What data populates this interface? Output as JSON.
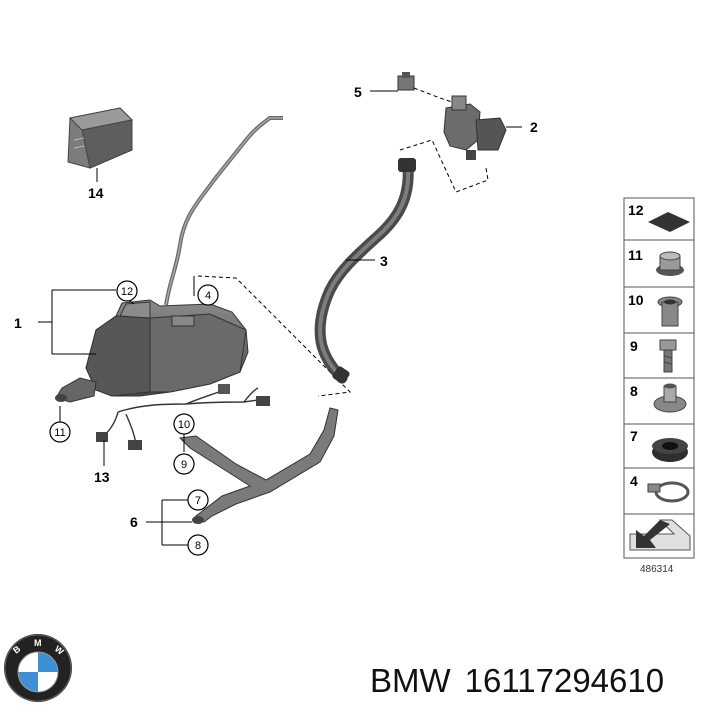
{
  "diagram": {
    "reference_number": "486314",
    "callouts": {
      "c1": "1",
      "c2": "2",
      "c3": "3",
      "c4": "4",
      "c5": "5",
      "c6": "6",
      "c7": "7",
      "c8": "8",
      "c9": "9",
      "c10": "10",
      "c11": "11",
      "c12": "12",
      "c13": "13",
      "c14": "14"
    },
    "legend": [
      "12",
      "11",
      "10",
      "9",
      "8",
      "7",
      "4"
    ]
  },
  "caption": {
    "brand": "BMW",
    "part_number": "16117294610"
  },
  "colors": {
    "part_fill": "#6d6d6d",
    "part_dark": "#3e3e3e",
    "legend_bg": "#e9e9e9",
    "brand_blue": "#3f8fd6"
  },
  "icons": {
    "logo": "bmw-roundel-logo"
  }
}
